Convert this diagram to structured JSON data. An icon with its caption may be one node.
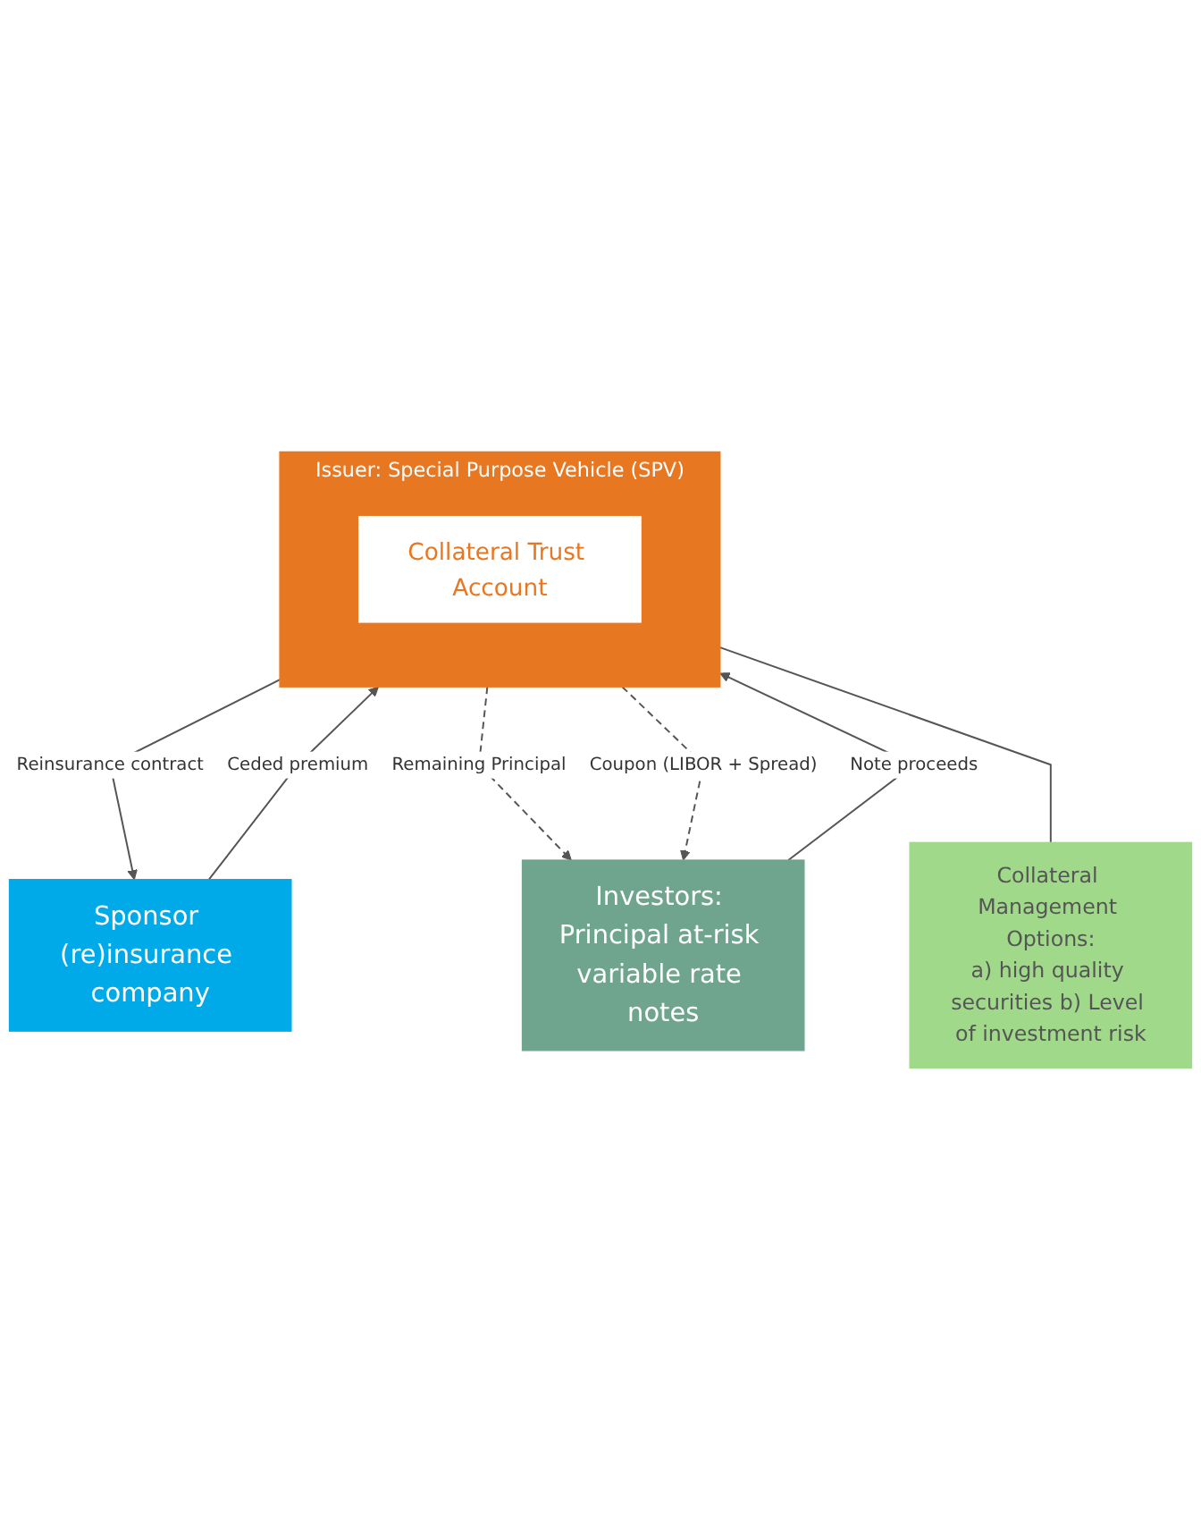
{
  "diagram": {
    "nodes": [
      {
        "text": [
          "Sponsor (re)insurance company"
        ]
      },
      {
        "text": [
          "Investors: Principal at-risk variable rate notes"
        ]
      },
      {
        "text": [
          "Issuer: Special Purpose Vehicle (SPV)"
        ]
      },
      {
        "text": [
          "Collateral Trust Account"
        ],
        "in": 2
      },
      {
        "text": [
          "Collateral Management Options:",
          "a) high quality securities b) Level of investment risk"
        ]
      }
    ],
    "edges": [
      {
        "from": 2,
        "to": 0,
        "arrow": "to",
        "label": "Reinsurance contract"
      },
      {
        "from": 0,
        "to": 2,
        "arrow": "to",
        "label": "Ceded premium"
      },
      {
        "from": 2,
        "to": 1,
        "arrow": "to",
        "label": "Remaining Principal",
        "style": "dashed"
      },
      {
        "from": 1,
        "to": 2,
        "arrow": "to",
        "label": "Note proceeds"
      },
      {
        "from": 2,
        "to": 1,
        "arrow": "to",
        "label": "Coupon (LIBOR + Spread)",
        "style": "dashed"
      },
      {
        "from": 2,
        "to": 4,
        "arrow": "none"
      }
    ]
  }
}
